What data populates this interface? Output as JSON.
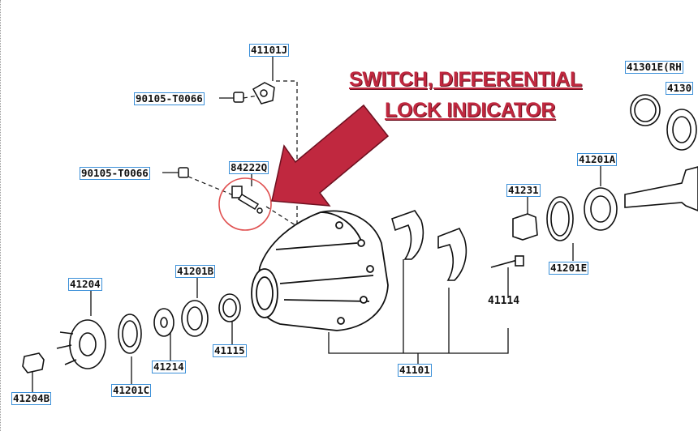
{
  "callout": {
    "line1": "SWITCH, DIFFERENTIAL",
    "line2": "LOCK INDICATOR",
    "color": "#c0283f"
  },
  "labels": {
    "p41101J": "41101J",
    "p90105a": "90105-T0066",
    "p90105b": "90105-T0066",
    "p84222Q": "84222Q",
    "p41301E": "41301E(RH",
    "p4130x": "4130",
    "p41201A": "41201A",
    "p41231": "41231",
    "p41201E": "41201E",
    "p41114": "41114",
    "p41201B": "41201B",
    "p41204": "41204",
    "p41115": "41115",
    "p41214": "41214",
    "p41101": "41101",
    "p41201C": "41201C",
    "p41204B": "41204B"
  },
  "colors": {
    "label_border": "#3a8fd8",
    "highlight_circle": "#e05050",
    "arrow": "#c0283f"
  }
}
